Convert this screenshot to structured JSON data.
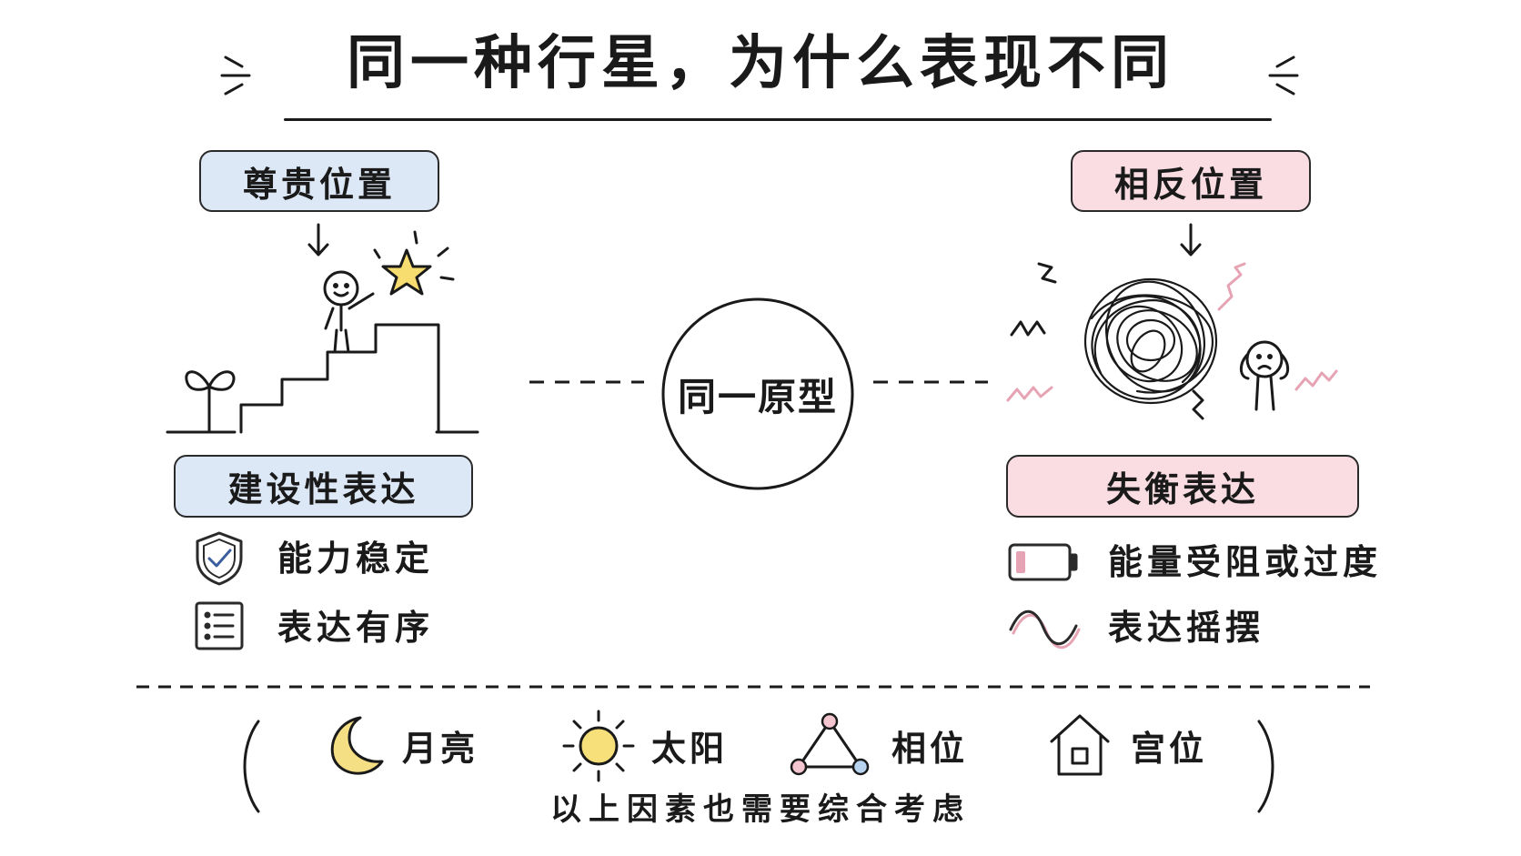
{
  "title": "同一种行星，为什么表现不同",
  "center": {
    "label": "同一原型"
  },
  "left": {
    "tag": "尊贵位置",
    "expression": "建设性表达",
    "items": [
      {
        "icon": "shield-check-icon",
        "label": "能力稳定"
      },
      {
        "icon": "list-icon",
        "label": "表达有序"
      }
    ]
  },
  "right": {
    "tag": "相反位置",
    "expression": "失衡表达",
    "items": [
      {
        "icon": "low-battery-icon",
        "label": "能量受阻或过度"
      },
      {
        "icon": "wave-icon",
        "label": "表达摇摆"
      }
    ]
  },
  "factors": [
    {
      "icon": "moon-icon",
      "label": "月亮"
    },
    {
      "icon": "sun-icon",
      "label": "太阳"
    },
    {
      "icon": "aspect-triangle-icon",
      "label": "相位"
    },
    {
      "icon": "house-icon",
      "label": "宫位"
    }
  ],
  "note": "以上因素也需要综合考虑",
  "colors": {
    "left_accent": "#dde8f7",
    "right_accent": "#f9dde3",
    "star": "#f7dc6f",
    "moon": "#f5df85",
    "sun": "#f7e07a",
    "aspect_node_pink": "#f3c6d0",
    "aspect_node_blue": "#b9d4f1",
    "squiggle": "#e6a3b3"
  }
}
